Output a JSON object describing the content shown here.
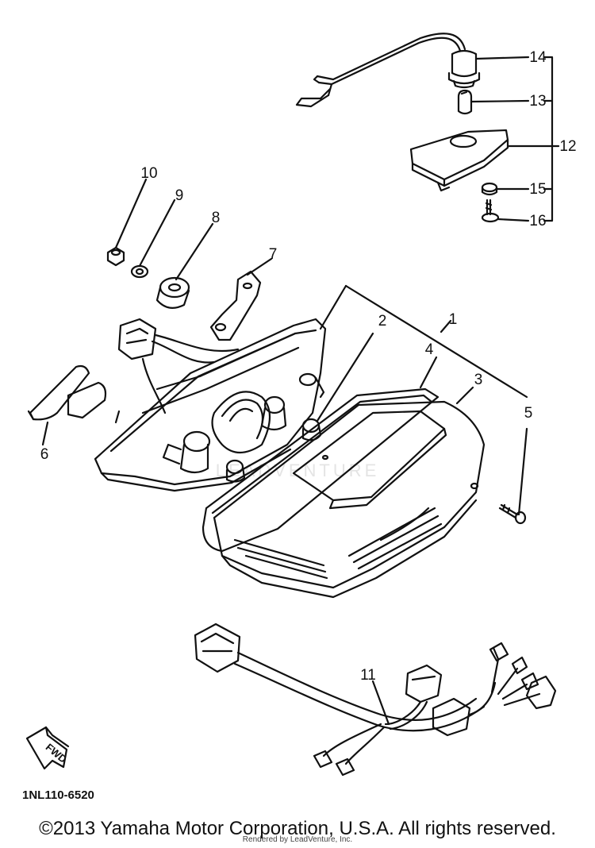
{
  "diagram": {
    "callouts": [
      "1",
      "2",
      "3",
      "4",
      "5",
      "6",
      "7",
      "8",
      "9",
      "10",
      "11",
      "12",
      "13",
      "14",
      "15",
      "16"
    ],
    "arrow_label": "FWD",
    "drawing_code": "1NL110-6520",
    "watermark": "LEADVENTURE"
  },
  "footer": {
    "copyright": "©2013 Yamaha Motor Corporation, U.S.A. All rights reserved.",
    "rendered_by": "Rendered by LeadVenture, Inc."
  }
}
